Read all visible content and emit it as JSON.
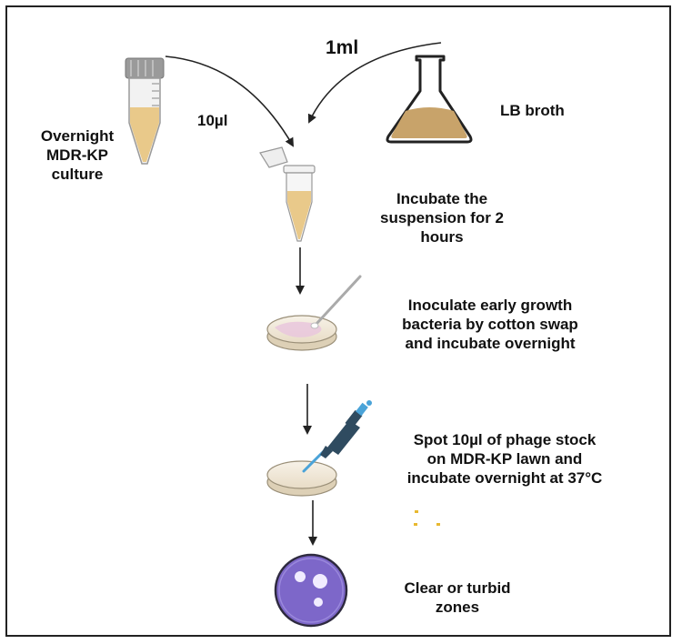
{
  "labels": {
    "culture_line1": "Overnight",
    "culture_line2": "MDR-KP",
    "culture_line3": "culture",
    "vol_culture": "10µl",
    "vol_broth": "1ml",
    "broth": "LB broth",
    "step1_line1": "Incubate the",
    "step1_line2": "suspension for 2",
    "step1_line3": "hours",
    "step2_line1": "Inoculate early growth",
    "step2_line2": "bacteria by cotton swap",
    "step2_line3": "and incubate overnight",
    "step3_line1": "Spot 10µl of phage stock",
    "step3_line2": "on MDR-KP lawn and",
    "step3_line3": "incubate overnight at 37°C",
    "result_line1": "Clear or turbid",
    "result_line2": "zones"
  },
  "colors": {
    "broth": "#c8a36a",
    "culture": "#e9c98a",
    "tube_cap": "#9a9a9a",
    "swab_plate": "#e9c7dd",
    "pipette": "#2f4b60",
    "pipette_tip": "#4aa3d8",
    "result_plate": "#7d67c9",
    "dots": "#e8b830"
  }
}
